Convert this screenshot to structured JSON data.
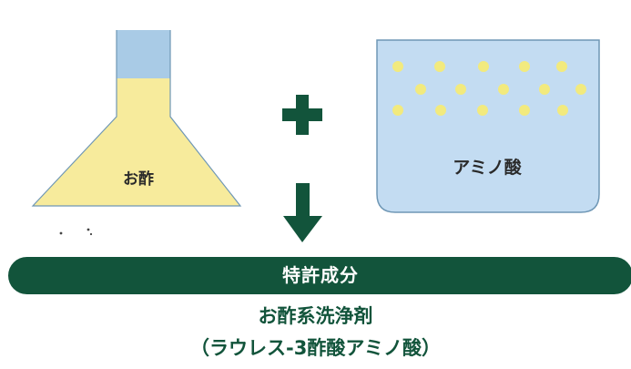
{
  "vinegar": {
    "label": "お酢"
  },
  "amino": {
    "label": "アミノ酸"
  },
  "banner": {
    "label": "特許成分"
  },
  "product": {
    "name": "お酢系洗浄剤",
    "subtitle": "（ラウレス-3酢酸アミノ酸）"
  },
  "colors": {
    "flask_liquid": "#f7eb9c",
    "flask_neck": "#a9cbe6",
    "flask_stroke": "#6f97b5",
    "beaker_fill": "#c3dcf2",
    "beaker_stroke": "#6f97b5",
    "bead": "#f2ea7e",
    "plus": "#12543b",
    "arrow": "#12543b",
    "banner": "#12543b",
    "product_text": "#12543b"
  }
}
